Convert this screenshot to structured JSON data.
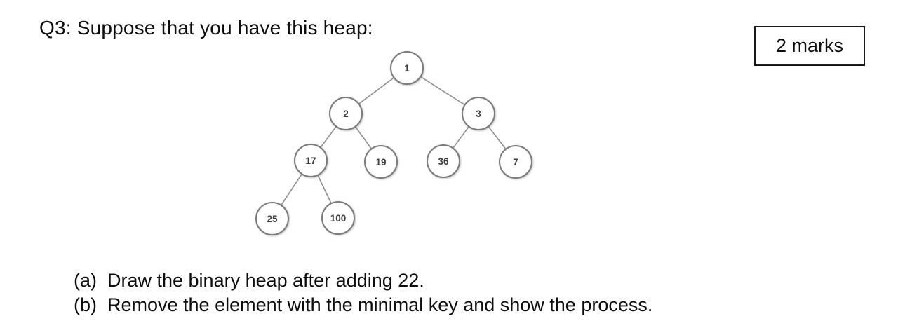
{
  "page": {
    "title": "Q3: Suppose that you have this heap:",
    "marks_badge": "2 marks"
  },
  "heap": {
    "level_order": [
      "1",
      "2",
      "3",
      "17",
      "19",
      "36",
      "7",
      "25",
      "100"
    ],
    "nodes": [
      {
        "value": "1",
        "parent": null
      },
      {
        "value": "2",
        "parent": "1"
      },
      {
        "value": "3",
        "parent": "1"
      },
      {
        "value": "17",
        "parent": "2"
      },
      {
        "value": "19",
        "parent": "2"
      },
      {
        "value": "36",
        "parent": "3"
      },
      {
        "value": "7",
        "parent": "3"
      },
      {
        "value": "25",
        "parent": "17"
      },
      {
        "value": "100",
        "parent": "17"
      }
    ]
  },
  "questions": [
    {
      "label": "(a)",
      "text": "Draw the binary heap after adding 22."
    },
    {
      "label": "(b)",
      "text": "Remove the element with the minimal key and show the process."
    }
  ]
}
